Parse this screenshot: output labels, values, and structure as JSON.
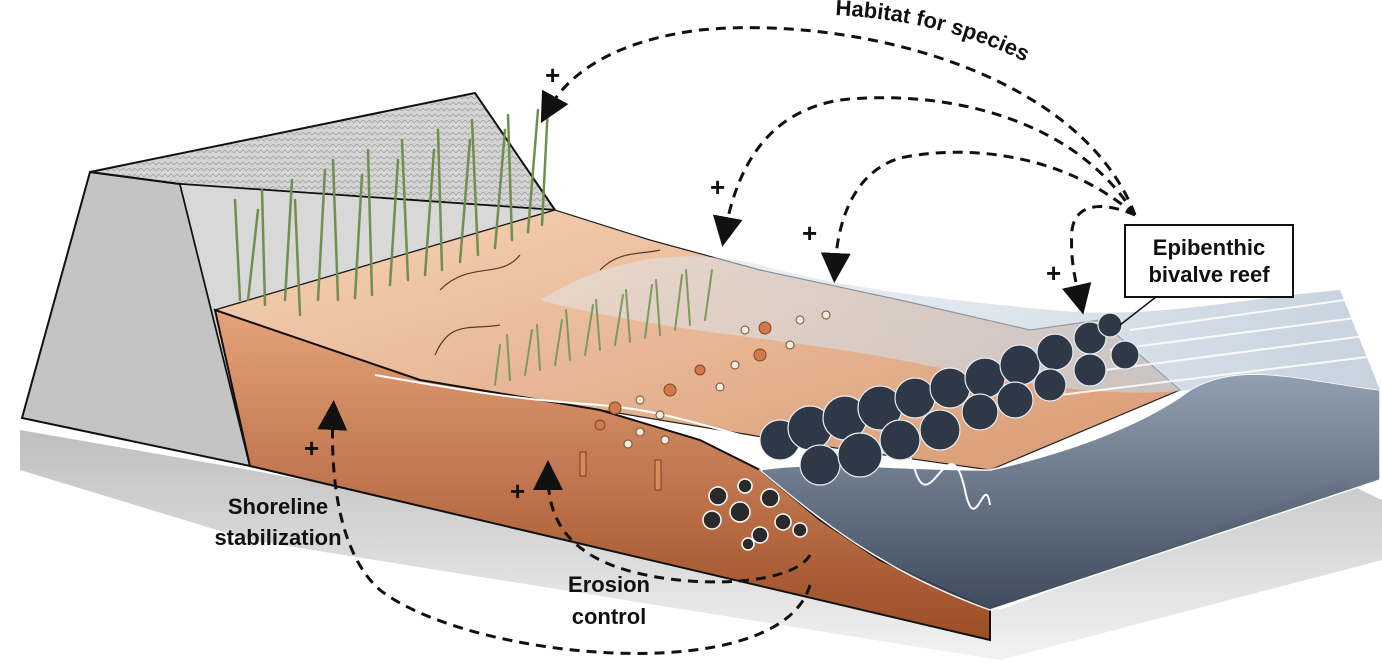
{
  "labels": {
    "habitat": "Habitat for species",
    "reef_line1": "Epibenthic",
    "reef_line2": "bivalve reef",
    "shoreline_line1": "Shoreline",
    "shoreline_line2": "stabilization",
    "erosion_line1": "Erosion",
    "erosion_line2": "control",
    "plus": "+"
  },
  "colors": {
    "dike_face": "#bfbfbf",
    "dike_top": "#d9d9d9",
    "sediment_light": "#f3c9a8",
    "sediment_dark": "#a8552a",
    "water_dark": "#3e4d63",
    "water_light": "#c9d6e3",
    "marsh_grass": "#6f8f4e",
    "reef": "#2b3340"
  }
}
